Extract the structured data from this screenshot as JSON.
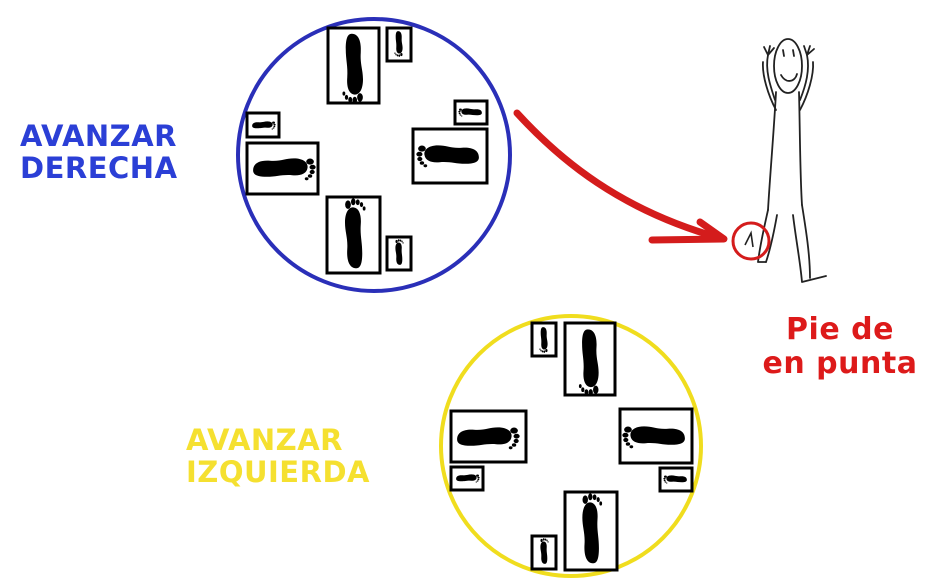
{
  "labels": {
    "avanzar_derecha": {
      "line1": "AVANZAR",
      "line2": "DERECHA",
      "color": "#2b3fd6"
    },
    "avanzar_izquierda": {
      "line1": "AVANZAR",
      "line2": "IZQUIERDA",
      "color": "#f5e030"
    },
    "pie_de_punta": {
      "line1": "Pie de",
      "line2": "en punta",
      "color": "#dd1a1a"
    }
  },
  "colors": {
    "right_circle": "#2a2fb8",
    "left_circle": "#f0dd1e",
    "arrow": "#d41c1c",
    "ink": "#000000"
  },
  "icons": [
    "footprint-icon",
    "stick-figure-icon",
    "arrow-icon"
  ]
}
